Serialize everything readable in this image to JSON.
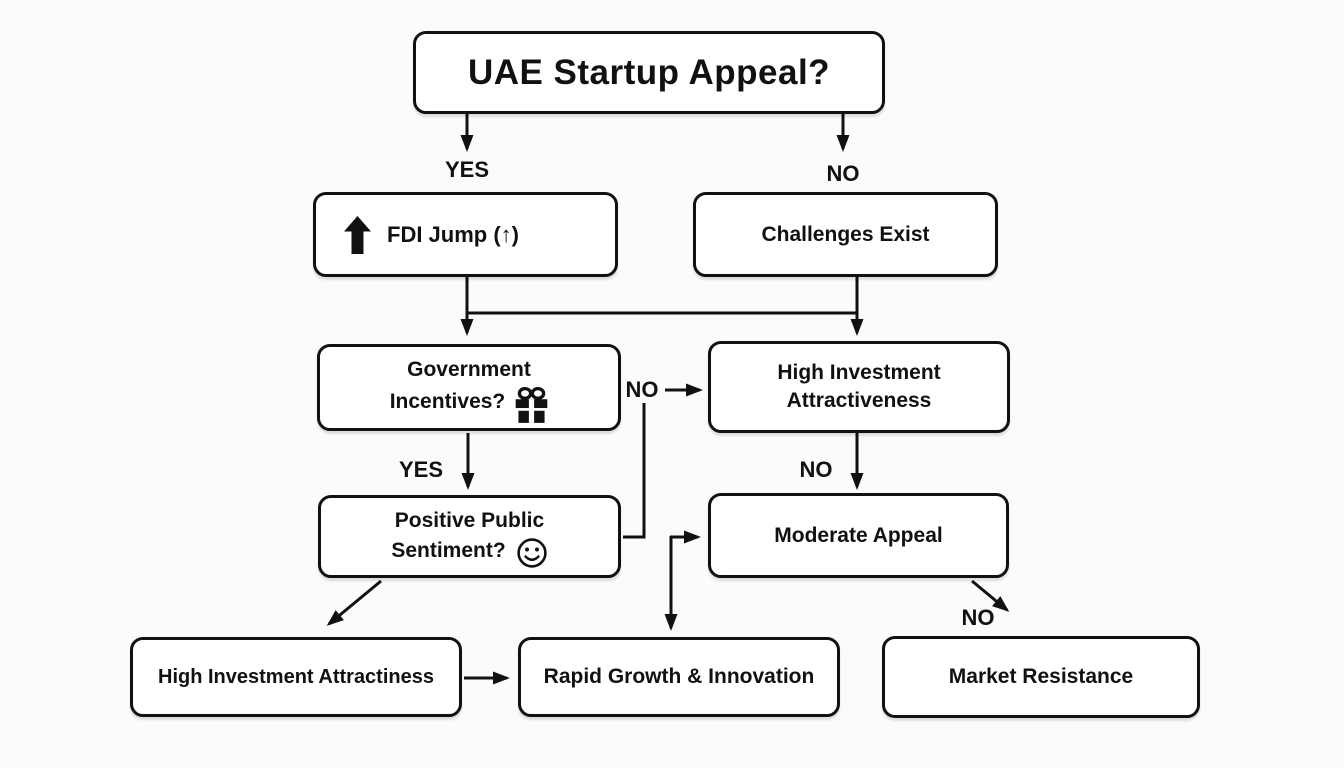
{
  "colors": {
    "line": "#111111",
    "node_fill": "#ffffff",
    "background": "#fbfbfb"
  },
  "nodes": {
    "root": {
      "label": "UAE Startup Appeal?"
    },
    "fdi": {
      "label": "FDI Jump (↑)",
      "icon": "up-arrow-icon"
    },
    "challenges": {
      "label": "Challenges Exist"
    },
    "gov": {
      "line1": "Government",
      "line2": "Incentives?",
      "icon": "gift-icon"
    },
    "hia": {
      "line1": "High Investment",
      "line2": "Attractiveness"
    },
    "pps": {
      "line1": "Positive Public",
      "line2": "Sentiment?",
      "icon": "smiley-icon"
    },
    "moderate": {
      "label": "Moderate Appeal"
    },
    "hia_bottom": {
      "label": "High Investment Attractiness"
    },
    "rapid": {
      "label": "Rapid Growth & Innovation"
    },
    "market": {
      "label": "Market Resistance"
    }
  },
  "edge_labels": {
    "root_yes": "YES",
    "root_no": "NO",
    "gov_no": "NO",
    "gov_yes": "YES",
    "hia_no": "NO",
    "moderate_no": "NO"
  }
}
